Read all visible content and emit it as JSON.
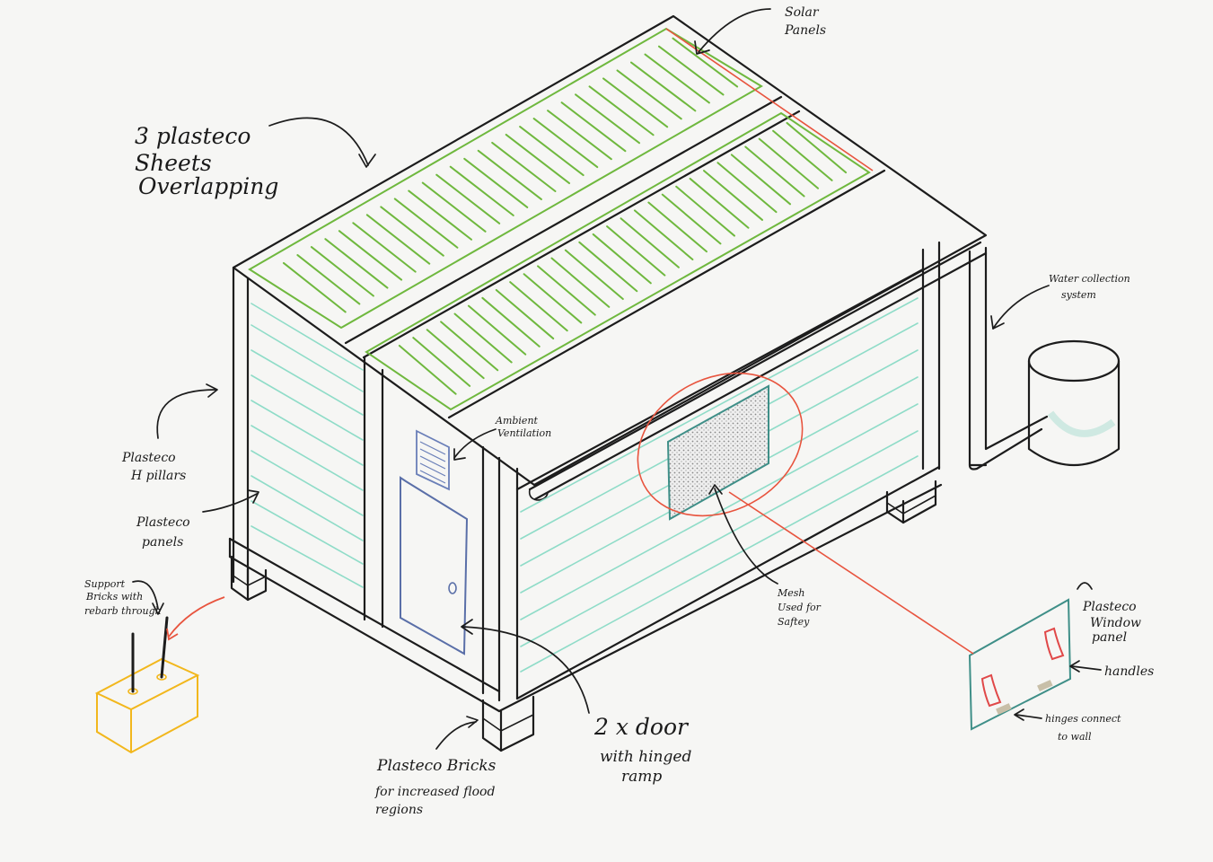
{
  "labels": {
    "solar_l1": "Solar",
    "solar_l2": "Panels",
    "sheets_l1": "3 plasteco",
    "sheets_l2": "Sheets",
    "sheets_l3": "Overlapping",
    "water_l1": "Water collection",
    "water_l2": "system",
    "ventilation_l1": "Ambient",
    "ventilation_l2": "Ventilation",
    "pillars_l1": "Plasteco",
    "pillars_l2": "H pillars",
    "panels_l1": "Plasteco",
    "panels_l2": "panels",
    "support_l1": "Support",
    "support_l2": "Bricks with",
    "support_l3": "rebarb through",
    "mesh_l1": "Mesh",
    "mesh_l2": "Used for",
    "mesh_l3": "Saftey",
    "window_l1": "Plasteco",
    "window_l2": "Window",
    "window_l3": "panel",
    "handles": "handles",
    "hinges_l1": "hinges connect",
    "hinges_l2": "to wall",
    "door_l1": "2 x door",
    "door_l2": "with hinged",
    "door_l3": "ramp",
    "bricks_l1": "Plasteco Bricks",
    "bricks_l2": "for increased flood",
    "bricks_l3": "regions"
  },
  "colors": {
    "ink": "#1c1c1c",
    "solar": "#6fb83e",
    "panel_lines": "#8fdcc8",
    "callout": "#e8543e",
    "support_brick": "#f2b71c",
    "door": "#5a6fa8",
    "window": "#3f8f88",
    "handles": "#e04848",
    "hinges": "#c8bfa8"
  }
}
